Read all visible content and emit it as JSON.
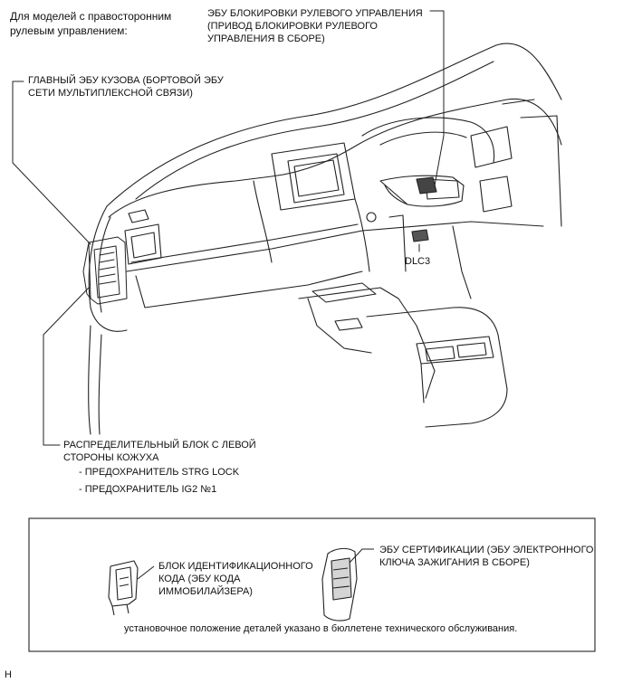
{
  "header": {
    "line1": "Для моделей с правосторонним",
    "line2": "рулевым управлением:"
  },
  "labels": {
    "steering_ecu": {
      "line1": "ЭБУ БЛОКИРОВКИ РУЛЕВОГО УПРАВЛЕНИЯ",
      "line2": "(ПРИВОД БЛОКИРОВКИ РУЛЕВОГО",
      "line3": "УПРАВЛЕНИЯ В СБОРЕ)"
    },
    "main_body_ecu": {
      "line1": "ГЛАВНЫЙ ЭБУ КУЗОВА (БОРТОВОЙ ЭБУ",
      "line2": "СЕТИ МУЛЬТИПЛЕКСНОЙ СВЯЗИ)"
    },
    "dlc3": "DLC3",
    "junction_block": {
      "line1": "РАСПРЕДЕЛИТЕЛЬНЫЙ БЛОК С ЛЕВОЙ",
      "line2": "СТОРОНЫ КОЖУХА",
      "fuse1": "- ПРЕДОХРАНИТЕЛЬ STRG LOCK",
      "fuse2": "- ПРЕДОХРАНИТЕЛЬ IG2 №1"
    }
  },
  "inset": {
    "id_code_box": {
      "line1": "БЛОК ИДЕНТИФИКАЦИОННОГО",
      "line2": "КОДА (ЭБУ КОДА",
      "line3": "ИММОБИЛАЙЗЕРА)"
    },
    "cert_ecu": {
      "line1": "ЭБУ СЕРТИФИКАЦИИ (ЭБУ ЭЛЕКТРОННОГО",
      "line2": "КЛЮЧА ЗАЖИГАНИЯ В СБОРЕ)"
    },
    "note": "установочное положение деталей указано в бюллетене технического обслуживания."
  },
  "footer_code": "H"
}
